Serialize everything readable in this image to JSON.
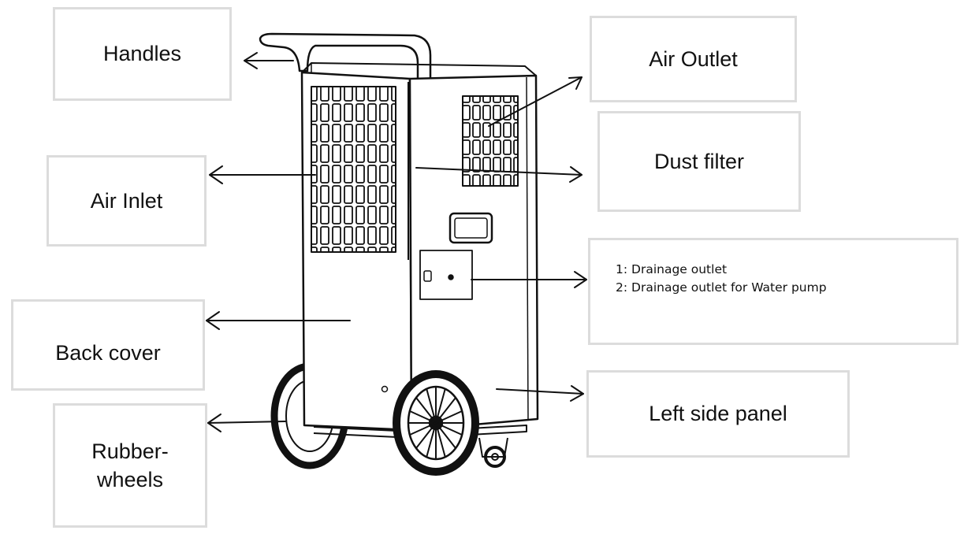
{
  "labels": {
    "handles": "Handles",
    "air_outlet": "Air Outlet",
    "dust_filter": "Dust filter",
    "air_inlet": "Air Inlet",
    "drainage": [
      "1: Drainage outlet",
      "2: Drainage outlet for Water pump"
    ],
    "back_cover": "Back cover",
    "left_side_panel": "Left side panel",
    "rubber_wheels": [
      "Rubber-",
      "wheels"
    ]
  },
  "colors": {
    "line": "#111111",
    "box_border": "#dcdcdc",
    "fill": "#ffffff"
  }
}
